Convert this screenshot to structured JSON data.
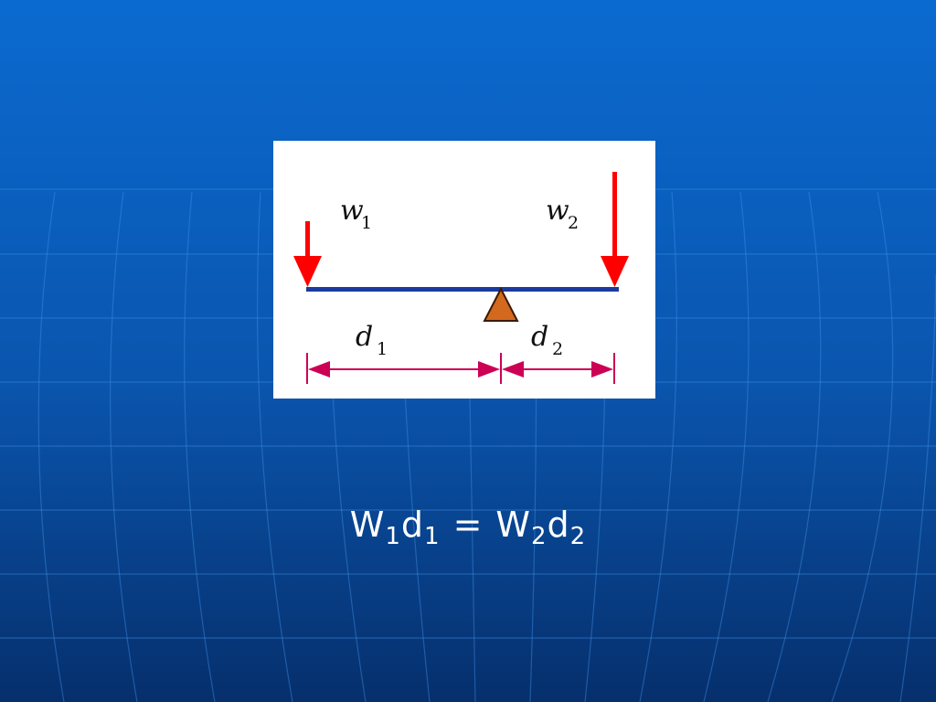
{
  "diagram": {
    "labels": {
      "w1_main": "w",
      "w1_sub": "1",
      "w2_main": "w",
      "w2_sub": "2",
      "d1_main": "d",
      "d1_sub": "1",
      "d2_main": "d",
      "d2_sub": "2"
    },
    "colors": {
      "force_arrow": "#ff0000",
      "lever": "#1a3aa0",
      "fulcrum": "#d2691e",
      "dimension": "#cc0055"
    }
  },
  "equation": {
    "w1": "W",
    "w1_sub": "1",
    "d1": "d",
    "d1_sub": "1",
    "sign": "=",
    "w2": "W",
    "w2_sub": "2",
    "d2": "d",
    "d2_sub": "2"
  },
  "colors": {
    "background_top": "#0a66c8",
    "background_bottom": "#06306e",
    "text": "#ffffff"
  }
}
